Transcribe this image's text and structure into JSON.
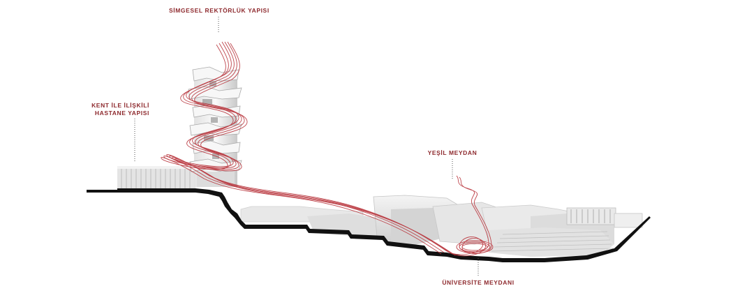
{
  "labels": {
    "rektorluk": "SİMGESEL REKTÖRLÜK YAPISI",
    "hastane_line1": "KENT İLE İLİŞKİLİ",
    "hastane_line2": "HASTANE YAPISI",
    "yesil": "YEŞİL MEYDAN",
    "universite": "ÜNİVERSİTE MEYDANI"
  },
  "colors": {
    "accent": "#8e2a2e",
    "ribbon": "#b8323a",
    "ground": "#111111",
    "mass_light": "#ececec",
    "mass_mid": "#d6d6d6",
    "mass_dark": "#bdbdbd"
  }
}
